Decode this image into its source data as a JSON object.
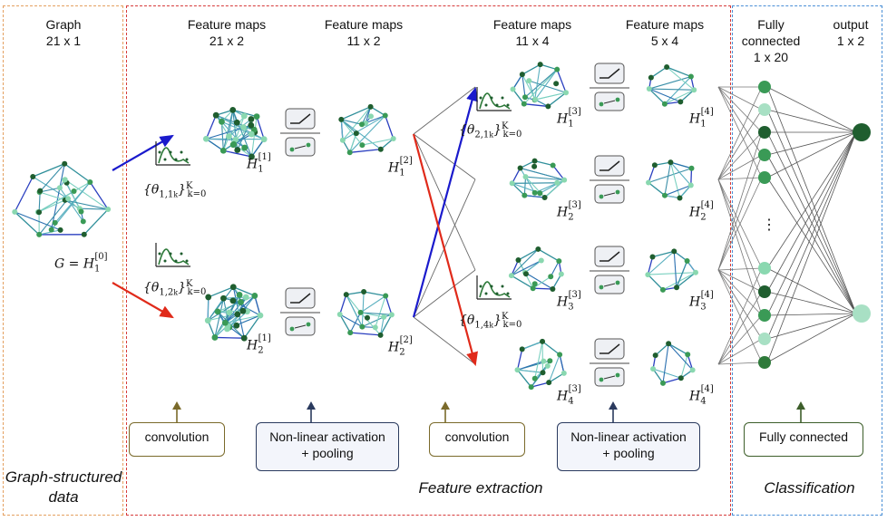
{
  "sections": {
    "graph_data": "Graph-structured\ndata",
    "feature_extraction": "Feature extraction",
    "classification": "Classification"
  },
  "headers": {
    "graph": "Graph\n21 x 1",
    "fm1": "Feature maps\n21 x 2",
    "fm2": "Feature maps\n11 x 2",
    "fm3": "Feature maps\n11 x 4",
    "fm4": "Feature maps\n5 x 4",
    "fc": "Fully\nconnected\n1 x 20",
    "out": "output\n1 x 2"
  },
  "boxes": {
    "conv1": "convolution",
    "act1": "Non-linear activation\n+ pooling",
    "conv2": "convolution",
    "act2": "Non-linear activation\n+ pooling",
    "fc": "Fully connected"
  },
  "math": {
    "G": "G = H",
    "G_sub": "1",
    "G_sup": "[0]",
    "theta11": "{θ",
    "theta11_sub": "1,1",
    "theta12_sub": "1,2",
    "theta21_sub": "2,1",
    "theta14_sub": "1,4",
    "theta_k": "k",
    "theta_K": "K",
    "theta_k0": "k=0",
    "H": "H",
    "H1_1_sub": "1",
    "H1_1_sup": "[1]",
    "H2_1_sub": "2",
    "H2_1_sup": "[1]",
    "H1_2_sub": "1",
    "H1_2_sup": "[2]",
    "H2_2_sub": "2",
    "H2_2_sup": "[2]",
    "H1_3_sub": "1",
    "H1_3_sup": "[3]",
    "H2_3_sub": "2",
    "H2_3_sup": "[3]",
    "H3_3_sub": "3",
    "H3_3_sup": "[3]",
    "H4_3_sub": "4",
    "H4_3_sup": "[3]",
    "H1_4_sub": "1",
    "H1_4_sup": "[4]",
    "H2_4_sub": "2",
    "H2_4_sup": "[4]",
    "H3_4_sub": "3",
    "H3_4_sup": "[4]",
    "H4_4_sub": "4",
    "H4_4_sup": "[4]"
  },
  "ellipsis": "⋮",
  "colors": {
    "orange": "#e4a060",
    "red": "#d63a3a",
    "blue": "#4a8fd6",
    "olive": "#7a6a2a",
    "navy": "#2a3a5e",
    "fcgreen": "#3d5e2a",
    "arrow_blue": "#1a1acc",
    "arrow_red": "#e02a1a",
    "node_dark": "#1f5e2f",
    "node_mid": "#3a9a56",
    "node_light": "#8ad8b0"
  }
}
